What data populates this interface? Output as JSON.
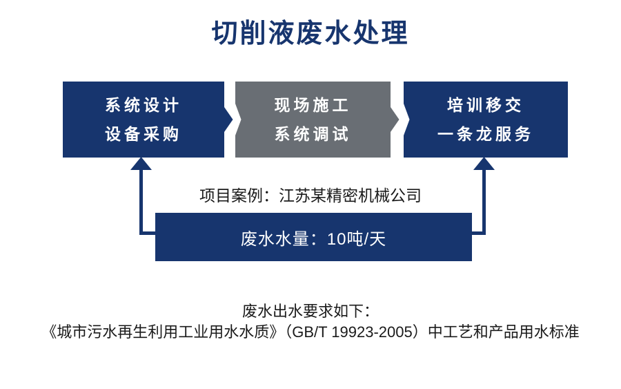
{
  "title": "切削液废水处理",
  "flow": {
    "steps": [
      {
        "line1": "系统设计",
        "line2": "设备采购"
      },
      {
        "line1": "现场施工",
        "line2": "系统调试"
      },
      {
        "line1": "培训移交",
        "line2": "一条龙服务"
      }
    ]
  },
  "case": {
    "label": "项目案例：江苏某精密机械公司",
    "volume": "废水水量：10吨/天"
  },
  "footer": {
    "line1": "废水出水要求如下：",
    "line2": "《城市污水再生利用工业用水水质》（GB/T 19923-2005）中工艺和产品用水标准"
  },
  "colors": {
    "navy": "#17356e",
    "gray": "#696e74",
    "text": "#1a1a1a",
    "background": "#ffffff"
  }
}
